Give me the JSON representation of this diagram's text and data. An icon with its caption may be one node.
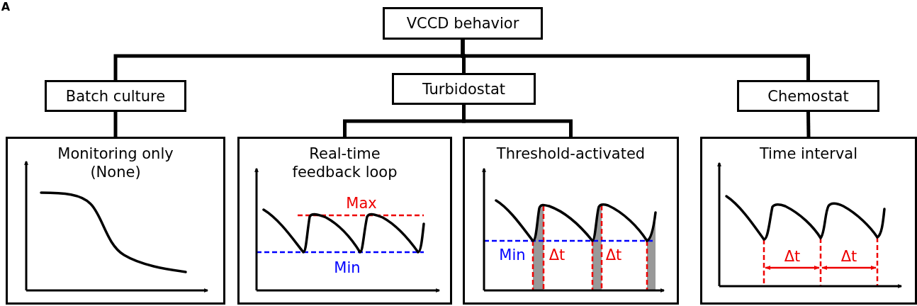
{
  "diagram": {
    "nodes": [
      {
        "text": [
          "VCCD behavior"
        ]
      },
      {
        "text": [
          "Batch culture"
        ]
      },
      {
        "text": [
          "Turbidostat"
        ]
      },
      {
        "text": [
          "Chemostat"
        ]
      },
      {
        "text": [
          "Monitoring only (None)"
        ]
      },
      {
        "text": [
          "Real-time feedback loop"
        ]
      },
      {
        "text": [
          "Threshold-activated"
        ]
      },
      {
        "text": [
          "Time interval"
        ]
      }
    ],
    "edges": [
      {
        "from": 0,
        "to": 1,
        "arrow": "none"
      },
      {
        "from": 0,
        "to": 2,
        "arrow": "none"
      },
      {
        "from": 0,
        "to": 3,
        "arrow": "none"
      },
      {
        "from": 1,
        "to": 4,
        "arrow": "none"
      },
      {
        "from": 2,
        "to": 5,
        "arrow": "none"
      },
      {
        "from": 2,
        "to": 6,
        "arrow": "none"
      },
      {
        "from": 3,
        "to": 7,
        "arrow": "none"
      }
    ],
    "labels": [
      "A",
      "Max",
      "Min",
      "Min",
      "Δt",
      "Δt",
      "Δt",
      "Δt"
    ]
  }
}
